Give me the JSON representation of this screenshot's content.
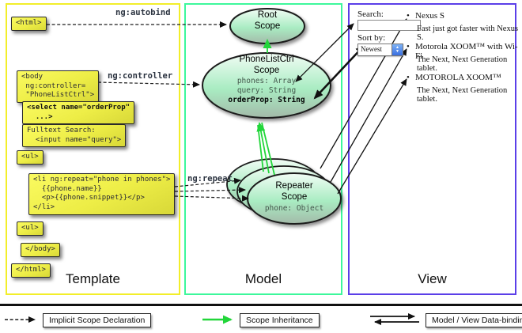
{
  "columns": {
    "template": "Template",
    "model": "Model",
    "view": "View"
  },
  "labels": {
    "ng_autobind": "ng:autobind",
    "ng_controller": "ng:controller",
    "ng_repeat": "ng:repeat"
  },
  "template": {
    "html_open": "<html>",
    "body_open": "<body\n ng:controller=\n \"PhoneListCtrl\">",
    "select_box": "<select name=\"orderProp\"\n  ...>",
    "fulltext_box": "Fulltext Search:\n  <input name=\"query\">",
    "ul_open": "<ul>",
    "li_repeat": "<li ng:repeat=\"phone in phones\">\n  {{phone.name}}\n  <p>{{phone.snippet}}</p>\n</li>",
    "ul_close": "<ul>",
    "body_close": "</body>",
    "html_close": "</html>"
  },
  "model": {
    "root_scope_title": "Root\nScope",
    "phonelist_title": "PhoneListCtrl\nScope",
    "phonelist_props": "phones: Array\nquery: String",
    "phonelist_bold_prop": "orderProp: String",
    "repeater_title": "Repeater\nScope",
    "repeater_prop": "phone: Object"
  },
  "view": {
    "search_label": "Search:",
    "search_value": "",
    "sort_label": "Sort by:",
    "sort_value": "Newest",
    "bullet": "•",
    "items": [
      {
        "title": "Nexus S",
        "desc": "Fast just got faster with Nexus S."
      },
      {
        "title": "Motorola XOOM™ with Wi-Fi",
        "desc": "The Next, Next Generation tablet."
      },
      {
        "title": "MOTOROLA XOOM™",
        "desc": "The Next, Next Generation tablet."
      }
    ]
  },
  "legend": {
    "implicit": "Implicit Scope Declaration",
    "inheritance": "Scope Inheritance",
    "binding": "Model / View Data-binding"
  },
  "colors": {
    "template_border": "#f2ee2a",
    "model_border": "#3df79b",
    "view_border": "#5b3fe8",
    "scope_fill_top": "#f2fcf5",
    "scope_fill_mid": "#a9ecc2",
    "scope_fill_bottom": "#a3baa9",
    "green_arrow": "#22d63a",
    "code_box_fill": "#f5f54e"
  }
}
